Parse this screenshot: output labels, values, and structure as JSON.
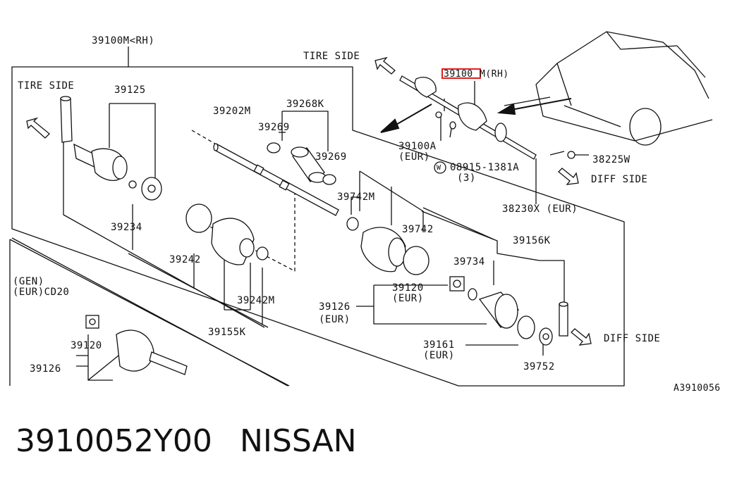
{
  "labels": {
    "assy_rh_top": "39100M<RH)",
    "tire_side_top": "TIRE SIDE",
    "tire_side_left": "TIRE SIDE",
    "p39125": "39125",
    "p39202m": "39202M",
    "p39268k": "39268K",
    "p39269a": "39269",
    "p39269b": "39269",
    "p39742m": "39742M",
    "p39742": "39742",
    "p39234": "39234",
    "p39242": "39242",
    "p39242m": "39242M",
    "p39155k": "39155K",
    "p39734": "39734",
    "p39156k": "39156K",
    "p39120_eur": "39120",
    "eur_a": "(EUR)",
    "p39126_eur": "39126",
    "eur_b": "(EUR)",
    "p39161": "39161",
    "eur_c": "(EUR)",
    "p39752": "39752",
    "diff_side_lower": "DIFF SIDE",
    "diff_side_upper": "DIFF SIDE",
    "gen": "(GEN)",
    "eur_cd20": "(EUR)CD20",
    "p39120_gen": "39120",
    "p39126_gen": "39126",
    "p39100m_rh_highlight": "39100",
    "p39100m_rh_rest": "M(RH)",
    "p39100a": "39100A",
    "eur_d": "(EUR)",
    "washer_symbol": "W",
    "p08915": "08915-1381A",
    "qty3": "(3)",
    "p38225w": "38225W",
    "p38230x": "38230X (EUR)",
    "ref_code": "A3910056"
  },
  "caption": {
    "part_number": "3910052Y00",
    "brand": "NISSAN"
  },
  "colors": {
    "line": "#111111",
    "highlight": "#e0201f"
  }
}
